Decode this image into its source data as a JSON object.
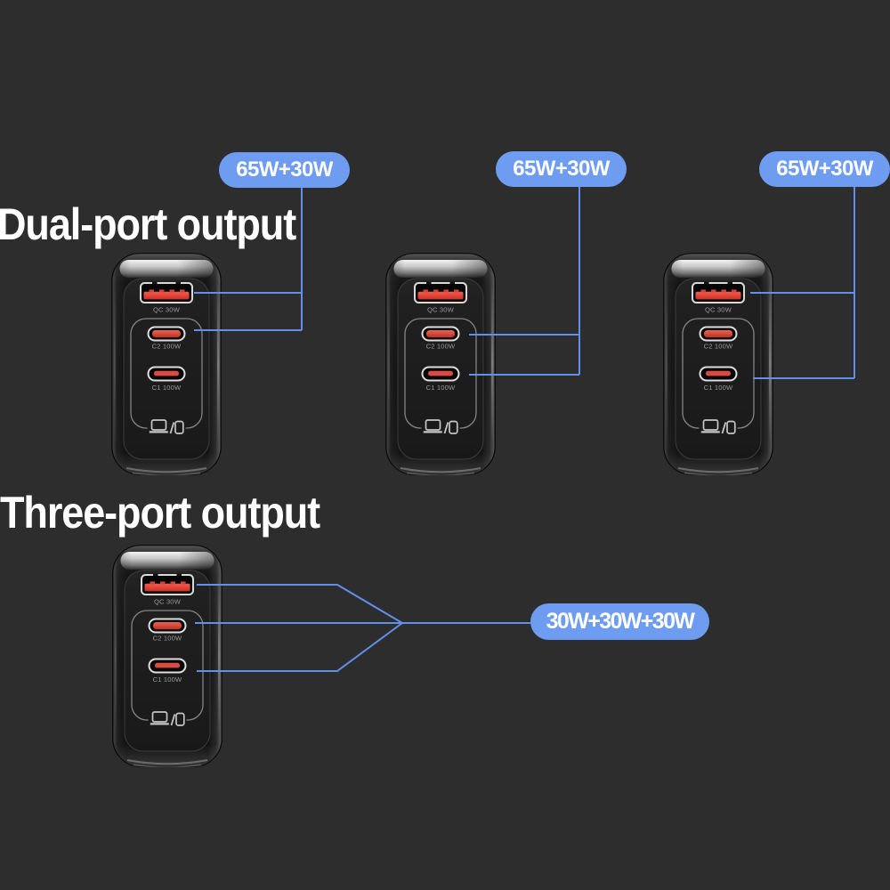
{
  "page": {
    "background_color": "#2d2d2d",
    "accent_blue": "#6d9cf0",
    "line_blue": "#6090ec"
  },
  "sections": {
    "dual": {
      "heading": "Dual-port output",
      "callouts": [
        {
          "label": "65W+30W"
        },
        {
          "label": "65W+30W"
        },
        {
          "label": "65W+30W"
        }
      ]
    },
    "three": {
      "heading": "Three-port output",
      "callout": {
        "label": "30W+30W+30W"
      }
    }
  },
  "charger": {
    "usb_a_label": "QC 30W",
    "usb_c2_label": "C2 100W",
    "usb_c1_label": "C1 100W"
  }
}
